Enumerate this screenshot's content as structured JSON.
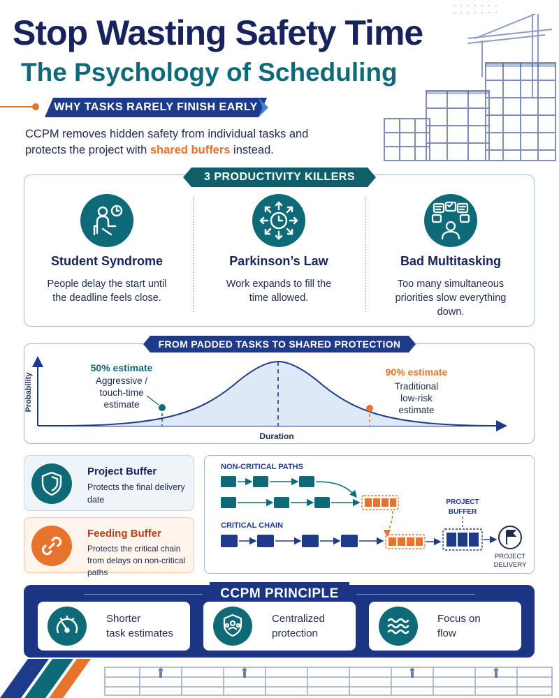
{
  "header": {
    "title": "Stop Wasting Safety Time",
    "subtitle": "The Psychology of Scheduling",
    "section_label": "WHY TASKS RARELY FINISH EARLY",
    "intro_before": "CCPM removes hidden safety from individual tasks and protects the project with ",
    "intro_highlight": "shared buffers",
    "intro_after": " instead."
  },
  "killers": {
    "banner": "3 PRODUCTIVITY KILLERS",
    "items": [
      {
        "title": "Student Syndrome",
        "text": "People delay the start until the deadline feels close.",
        "icon": "student-clock-icon"
      },
      {
        "title": "Parkinson’s Law",
        "text": "Work expands to fill the time allowed.",
        "icon": "expanding-clock-icon"
      },
      {
        "title": "Bad Multitasking",
        "text": "Too many simultaneous priorities slow everything down.",
        "icon": "multitask-person-icon"
      }
    ]
  },
  "chart": {
    "banner": "FROM PADDED TASKS TO SHARED PROTECTION",
    "y_label": "Probability",
    "x_label": "Duration",
    "left_label": "50% estimate",
    "left_desc_1": "Aggressive /",
    "left_desc_2": "touch-time",
    "left_desc_3": "estimate",
    "right_label": "90% estimate",
    "right_desc_1": "Traditional",
    "right_desc_2": "low-risk",
    "right_desc_3": "estimate"
  },
  "chart_data": {
    "type": "area",
    "xlabel": "Duration",
    "ylabel": "Probability",
    "annotations": [
      "50% estimate",
      "90% estimate"
    ],
    "grid": false
  },
  "buffers": {
    "project": {
      "title": "Project Buffer",
      "text": "Protects the final delivery date",
      "icon": "shield-icon"
    },
    "feeding": {
      "title": "Feeding Buffer",
      "text": "Protects the critical chain from delays on non-critical paths",
      "icon": "chain-link-icon"
    }
  },
  "network": {
    "noncritical_label": "NON-CRITICAL PATHS",
    "critical_label": "CRITICAL CHAIN",
    "project_buffer_1": "PROJECT",
    "project_buffer_2": "BUFFER",
    "delivery_1": "PROJECT",
    "delivery_2": "DELIVERY"
  },
  "principle": {
    "title": "CCPM PRINCIPLE",
    "cards": [
      {
        "line1": "Shorter",
        "line2": "task estimates",
        "icon": "speedometer-icon"
      },
      {
        "line1": "Centralized",
        "line2": "protection",
        "icon": "shield-people-icon"
      },
      {
        "line1": "Focus on",
        "line2": "flow",
        "icon": "waves-icon"
      }
    ]
  },
  "colors": {
    "navy": "#16235c",
    "teal": "#0f6a78",
    "orange": "#e8732c",
    "blue": "#1e3a8a"
  }
}
